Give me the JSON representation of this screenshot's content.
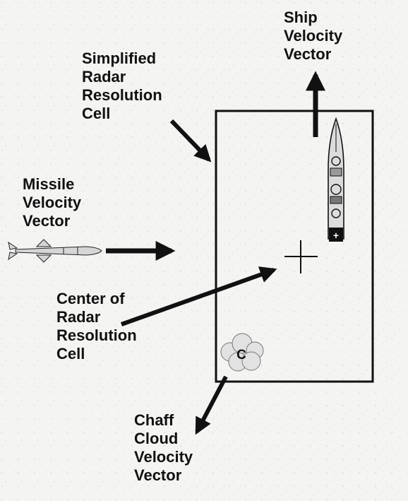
{
  "labels": {
    "ship_velocity": [
      "Ship",
      "Velocity",
      "Vector"
    ],
    "radar_cell": [
      "Simplified",
      "Radar",
      "Resolution",
      "Cell"
    ],
    "missile_velocity": [
      "Missile",
      "Velocity",
      "Vector"
    ],
    "cell_center": [
      "Center of",
      "Radar",
      "Resolution",
      "Cell"
    ],
    "chaff_velocity": [
      "Chaff",
      "Cloud",
      "Velocity",
      "Vector"
    ],
    "chaff_marker": "C",
    "ship_plus_marker": "+"
  },
  "colors": {
    "ink": "#111111",
    "paper": "#f4f4f2",
    "ship_hull": "#dcdcdc",
    "chaff_cloud": "#e2e2e2"
  },
  "icons": [
    "missile-icon",
    "ship-icon",
    "chaff-cloud-icon",
    "crosshair-icon"
  ]
}
